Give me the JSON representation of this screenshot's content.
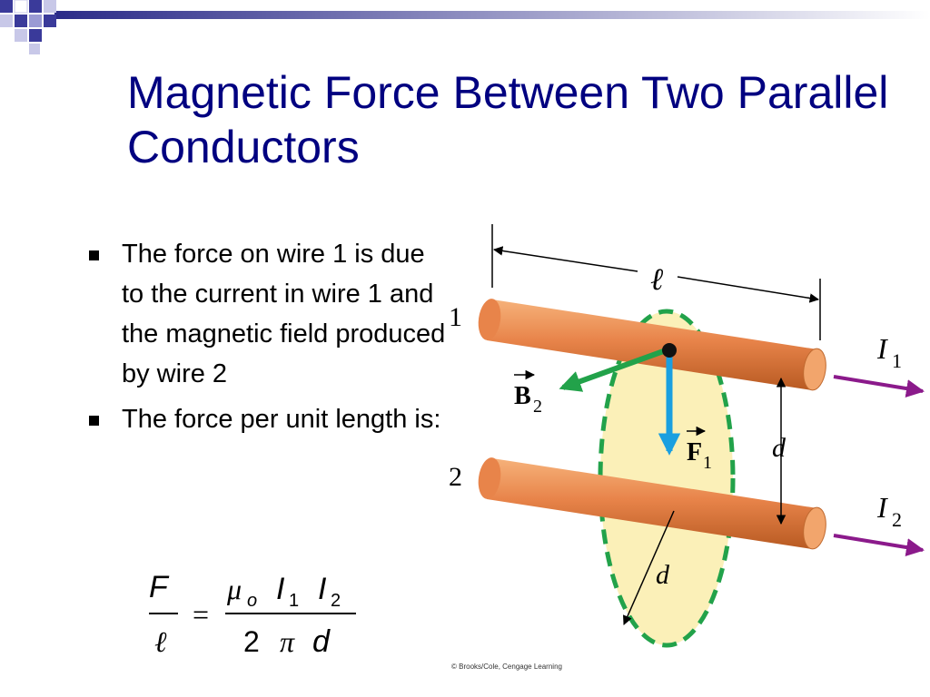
{
  "slide": {
    "title": "Magnetic Force Between Two Parallel Conductors",
    "bullets": [
      "The force on wire 1 is due to the current in wire 1 and the magnetic field produced by wire 2",
      "The force per unit length is:"
    ]
  },
  "formula": {
    "lhs_numerator": "F",
    "lhs_denominator": "ℓ",
    "equals": "=",
    "mu": "μ",
    "mu_sub": "o",
    "I": "I",
    "sub1": "1",
    "sub2": "2",
    "rhs_denominator_2": "2",
    "pi": "π",
    "d": "d"
  },
  "diagram": {
    "length_label": "ℓ",
    "wire1_number": "1",
    "wire2_number": "2",
    "current1_symbol": "I",
    "current1_sub": "1",
    "current2_symbol": "I",
    "current2_sub": "2",
    "b_symbol": "B",
    "b_sub": "2",
    "f_symbol": "F",
    "f_sub": "1",
    "distance_label": "d",
    "radius_label": "d"
  },
  "credit": "© Brooks/Cole, Cengage Learning",
  "colors": {
    "title": "#000080",
    "wire": "#e07a3a",
    "field_line": "#22a24a",
    "field_fill": "#fbf0b8",
    "force": "#1a9fe0",
    "current_arrow": "#8b1a8b"
  }
}
